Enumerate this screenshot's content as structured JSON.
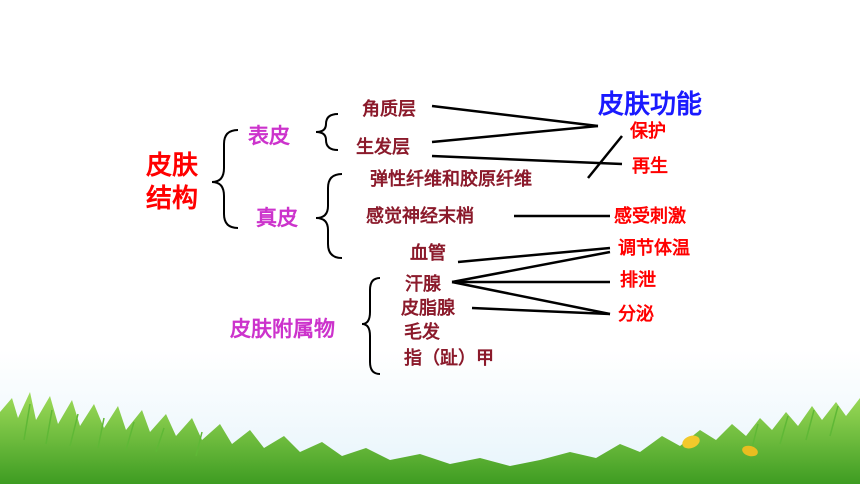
{
  "colors": {
    "root": "#ff0000",
    "category": "#cc33cc",
    "structure": "#8b1a2b",
    "function_title": "#1a1aff",
    "function": "#ff0000",
    "line": "#000000",
    "grass": "#4caf2e",
    "sky": "#e8f5fb"
  },
  "diagram": {
    "root": {
      "line1": "皮肤",
      "line2": "结构"
    },
    "categories": {
      "epidermis": "表皮",
      "dermis": "真皮",
      "appendages": "皮肤附属物"
    },
    "structures": {
      "stratum_corneum": "角质层",
      "stratum_germinativum": "生发层",
      "fibers": "弹性纤维和胶原纤维",
      "nerve_endings": "感觉神经末梢",
      "blood_vessels": "血管",
      "sweat_gland": "汗腺",
      "sebaceous_gland": "皮脂腺",
      "hair": "毛发",
      "nails": "指（趾）甲"
    },
    "functions": {
      "title": "皮肤功能",
      "protection": "保护",
      "regeneration": "再生",
      "sensation": "感受刺激",
      "temperature": "调节体温",
      "excretion": "排泄",
      "secretion": "分泌"
    }
  }
}
